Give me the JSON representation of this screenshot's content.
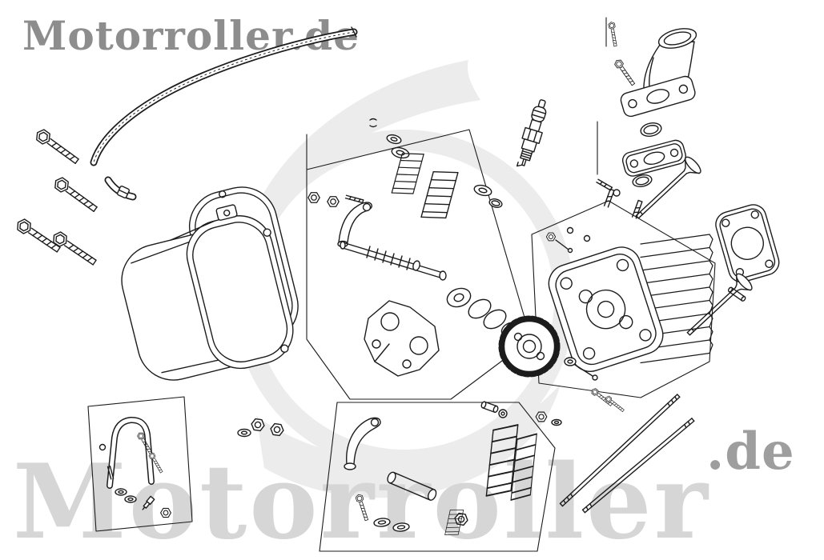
{
  "page": {
    "kind": "parts-catalog-exploded-diagram",
    "background_color": "#ffffff",
    "line_color": "#1c1c1c"
  },
  "watermarks": {
    "site_name": "Motorroller.de",
    "bottom_text": "Motorroller",
    "de_text": ".de",
    "site_name_color": "#8d8d8d",
    "bottom_text_color": "#d6d6d6",
    "de_text_color": "#9e9e9e",
    "logo_color": "#ececec"
  },
  "diagram": {
    "subject": "cylinder-head-assembly-exploded-view",
    "parts": [
      "breather-hose",
      "hose-clamp",
      "valve-cover-bolts",
      "valve-cover-gasket",
      "valve-cover",
      "flange-nuts",
      "spark-plug",
      "valve-keepers",
      "spring-retainers",
      "valve-spring-inner",
      "valve-spring-outer",
      "spring-seat-washers",
      "o-ring",
      "rocker-arm-upper",
      "rocker-shaft-with-spring",
      "camshaft-holder",
      "camshaft",
      "cam-chain-sprocket",
      "cylinder-head",
      "cooling-fins",
      "head-studs",
      "intake-manifold",
      "manifold-o-rings",
      "manifold-gasket",
      "head-side-gasket",
      "valve-guide",
      "intake-valve",
      "exhaust-valve",
      "tappet-adjuster",
      "rocker-arm-lower",
      "rocker-arm-pin",
      "adjusting-screw",
      "washers",
      "lock-nut",
      "lower-valve-springs",
      "spacer-bushing",
      "cam-chain-tensioner",
      "cylinder-studs",
      "small-parts-kit"
    ]
  }
}
